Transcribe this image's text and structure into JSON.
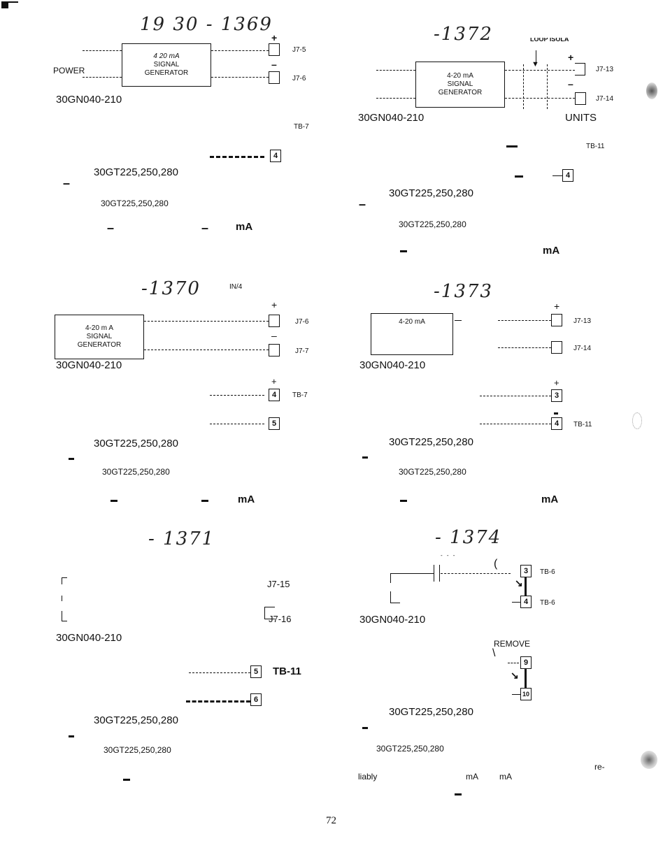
{
  "page": {
    "page_number": "72"
  },
  "panel_tl": {
    "handwritten": "19 30 - 1369",
    "plus": "+",
    "minus": "–",
    "box": [
      "4 20 mA",
      "SIGNAL",
      "GENERATOR"
    ],
    "power_label": "POWER",
    "j_top": "J7-5",
    "j_bot": "J7-6",
    "model_gn": "30GN040-210",
    "tb_label": "TB-7",
    "term_1": "4",
    "model_gt": "30GT225,250,280",
    "model_gt_small": "30GT225,250,280",
    "ma": "mA"
  },
  "panel_tr": {
    "handwritten": "-1372",
    "loop_label": "LOOP ISOLA",
    "plus": "+",
    "minus": "–",
    "box": [
      "4-20 mA",
      "SIGNAL",
      "GENERATOR"
    ],
    "j_top": "J7-13",
    "j_bot": "J7-14",
    "model_gn": "30GN040-210",
    "units": "UNITS",
    "tb_label": "TB-11",
    "term_1": "4",
    "model_gt": "30GT225,250,280",
    "model_gt_small": "30GT225,250,280",
    "ma": "mA"
  },
  "panel_ml": {
    "handwritten": "-1370",
    "in4": "IN/4",
    "plus": "+",
    "minus": "–",
    "box": [
      "4-20 m A",
      "SIGNAL",
      "GENERATOR"
    ],
    "j_top": "J7-6",
    "j_bot": "J7-7",
    "model_gn": "30GN040-210",
    "tb_label": "TB-7",
    "term_1": "4",
    "term_2": "5",
    "model_gt": "30GT225,250,280",
    "model_gt_small": "30GT225,250,280",
    "ma": "mA"
  },
  "panel_mr": {
    "handwritten": "-1373",
    "plus": "+",
    "box": [
      "4-20 mA"
    ],
    "j_top": "J7-13",
    "j_bot": "J7-14",
    "model_gn": "30GN040-210",
    "tb_label": "TB-11",
    "term_1": "3",
    "term_2": "4",
    "model_gt": "30GT225,250,280",
    "model_gt_small": "30GT225,250,280",
    "ma": "mA"
  },
  "panel_bl": {
    "handwritten": "- 1371",
    "j_top": "J7-15",
    "j_bot": "J7-16",
    "model_gn": "30GN040-210",
    "tb_label": "TB-11",
    "term_1": "5",
    "term_2": "6",
    "model_gt": "30GT225,250,280",
    "model_gt_small": "30GT225,250,280"
  },
  "panel_br": {
    "handwritten": "- 1374",
    "tb_top": "TB-6",
    "tb_bot": "TB-6",
    "term_1": "3",
    "term_2": "4",
    "model_gn": "30GN040-210",
    "remove_label": "REMOVE",
    "term_3": "9",
    "term_4": "10",
    "model_gt": "30GT225,250,280",
    "model_gt_small": "30GT225,250,280",
    "text_re": "re-",
    "text_liably": "liably",
    "ma1": "mA",
    "ma2": "mA"
  }
}
